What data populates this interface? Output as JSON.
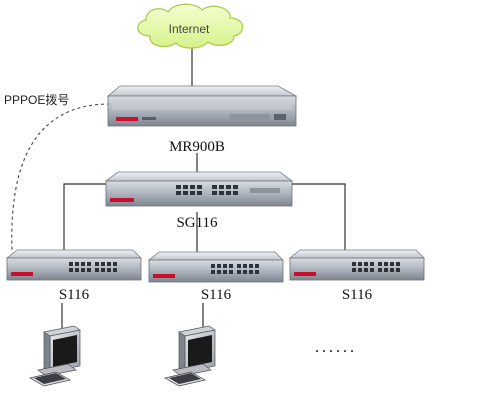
{
  "internet": {
    "label": "Internet"
  },
  "connection": {
    "label": "PPPOE拨号"
  },
  "router": {
    "label": "MR900B"
  },
  "core_switch": {
    "label": "SG116"
  },
  "access_switches": [
    {
      "label": "S116"
    },
    {
      "label": "S116"
    },
    {
      "label": "S116"
    }
  ],
  "more_indicator": "......"
}
